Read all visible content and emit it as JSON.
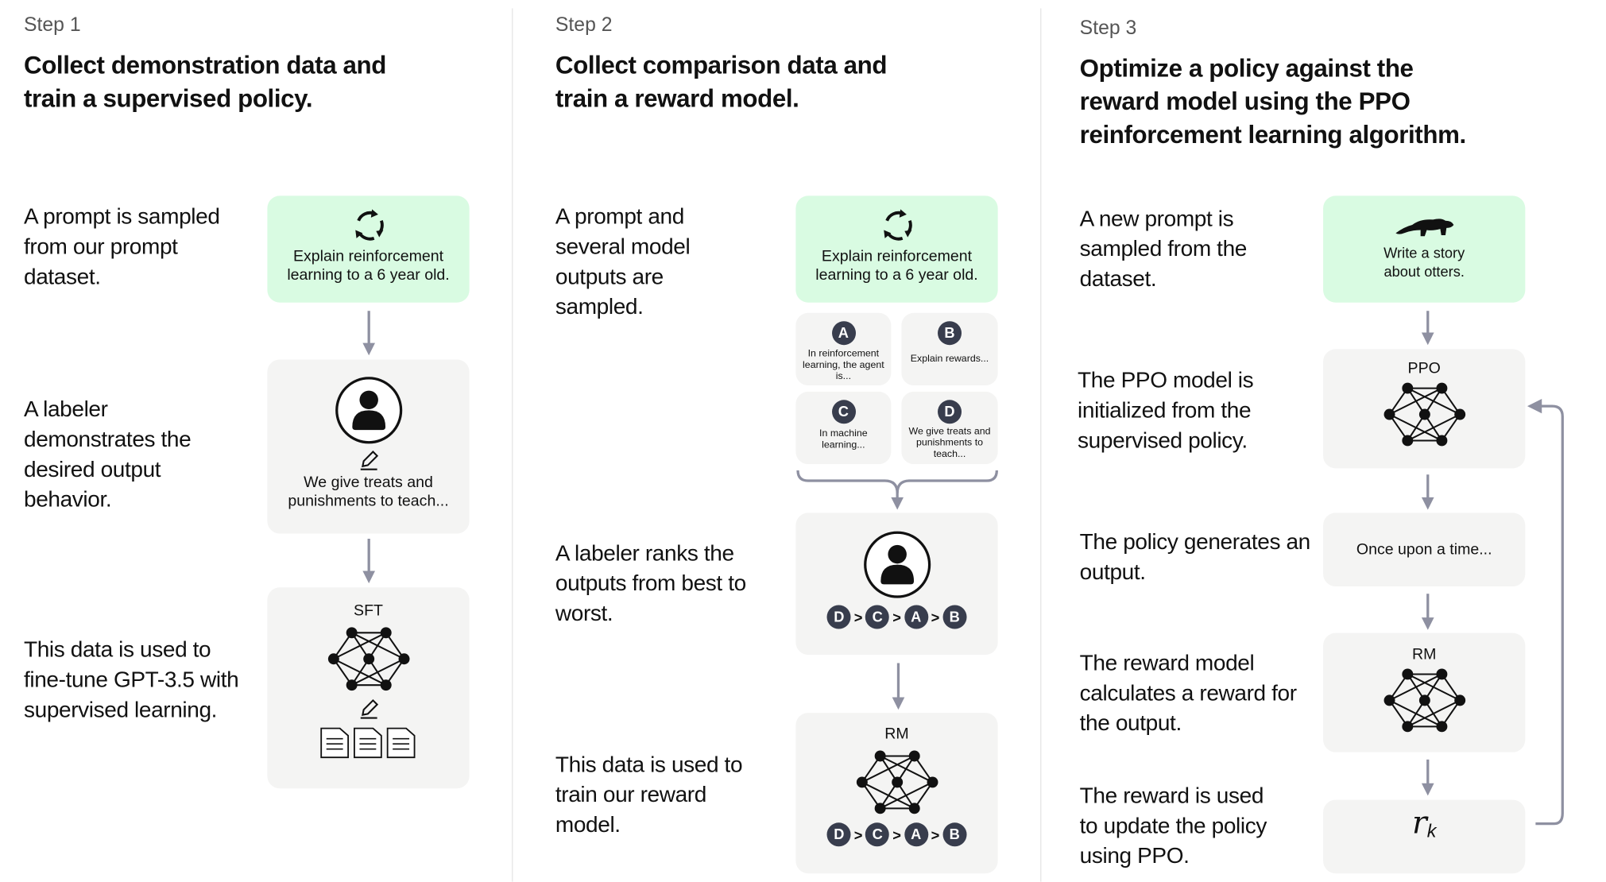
{
  "colors": {
    "prompt_box": "#d9fbe2",
    "model_box": "#f4f4f3",
    "arrow": "#8e90a1",
    "badge": "#383d4d"
  },
  "steps": [
    {
      "label": "Step 1",
      "title": "Collect demonstration data and train a supervised policy.",
      "descriptions": [
        "A prompt is sampled from our prompt dataset.",
        "A labeler demonstrates the desired output behavior.",
        "This data is used to fine-tune GPT-3.5 with supervised learning."
      ],
      "prompt": "Explain reinforcement learning to a 6 year old.",
      "demonstration": "We give treats and punishments to teach...",
      "model_label": "SFT"
    },
    {
      "label": "Step 2",
      "title": "Collect comparison data and train a reward model.",
      "descriptions": [
        "A prompt and several model outputs are sampled.",
        "A labeler ranks the outputs from best to worst.",
        "This data is used to train our reward model."
      ],
      "prompt": "Explain reinforcement learning to a 6 year old.",
      "outputs": [
        {
          "letter": "A",
          "text": "In reinforcement learning, the agent is..."
        },
        {
          "letter": "B",
          "text": "Explain rewards..."
        },
        {
          "letter": "C",
          "text": "In machine learning..."
        },
        {
          "letter": "D",
          "text": "We give treats and punishments to teach..."
        }
      ],
      "ranking": [
        "D",
        "C",
        "A",
        "B"
      ],
      "separator": ">",
      "model_label": "RM"
    },
    {
      "label": "Step 3",
      "title": "Optimize a policy against the reward model using the PPO reinforcement learning algorithm.",
      "descriptions": [
        "A new prompt is sampled from the dataset.",
        "The PPO model is initialized from the supervised policy.",
        "The policy generates an output.",
        "The reward model calculates a reward for the output.",
        "The reward is used to update the policy using PPO."
      ],
      "prompt": "Write a story about otters.",
      "policy_label": "PPO",
      "output": "Once upon a time...",
      "reward_model_label": "RM",
      "reward": "r",
      "reward_subscript": "k"
    }
  ]
}
